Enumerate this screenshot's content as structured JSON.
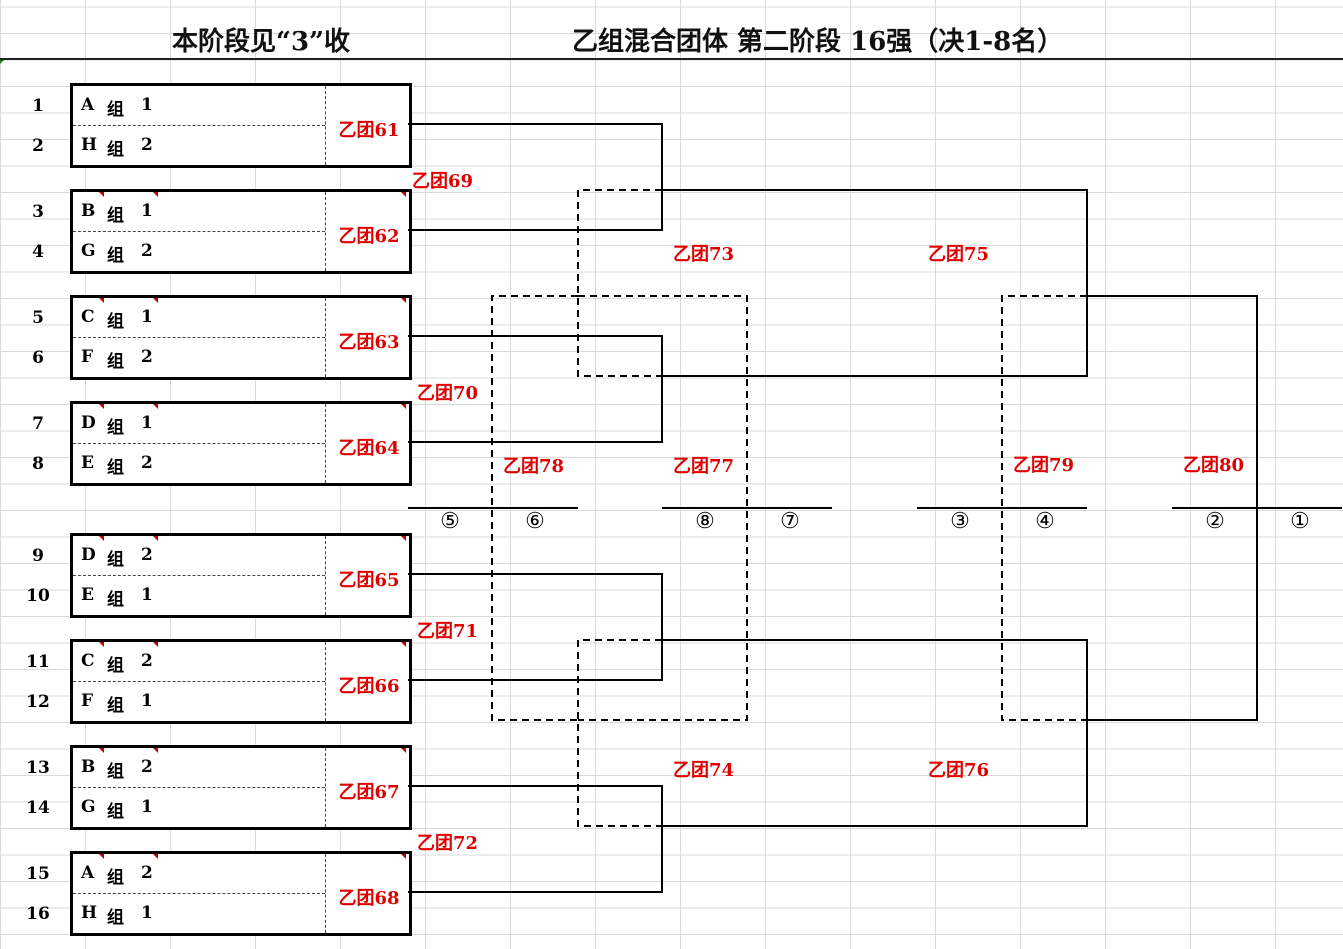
{
  "header": {
    "left_title": "本阶段见“3”收",
    "right_title": "乙组混合团体  第二阶段  16强（决1-8名）"
  },
  "seeds": [
    "1",
    "2",
    "3",
    "4",
    "5",
    "6",
    "7",
    "8",
    "9",
    "10",
    "11",
    "12",
    "13",
    "14",
    "15",
    "16"
  ],
  "boxes": [
    {
      "match": "乙团61",
      "top": {
        "g": "A",
        "z": "组",
        "n": "1"
      },
      "bot": {
        "g": "H",
        "z": "组",
        "n": "2"
      }
    },
    {
      "match": "乙团62",
      "top": {
        "g": "B",
        "z": "组",
        "n": "1"
      },
      "bot": {
        "g": "G",
        "z": "组",
        "n": "2"
      }
    },
    {
      "match": "乙团63",
      "top": {
        "g": "C",
        "z": "组",
        "n": "1"
      },
      "bot": {
        "g": "F",
        "z": "组",
        "n": "2"
      }
    },
    {
      "match": "乙团64",
      "top": {
        "g": "D",
        "z": "组",
        "n": "1"
      },
      "bot": {
        "g": "E",
        "z": "组",
        "n": "2"
      }
    },
    {
      "match": "乙团65",
      "top": {
        "g": "D",
        "z": "组",
        "n": "2"
      },
      "bot": {
        "g": "E",
        "z": "组",
        "n": "1"
      }
    },
    {
      "match": "乙团66",
      "top": {
        "g": "C",
        "z": "组",
        "n": "2"
      },
      "bot": {
        "g": "F",
        "z": "组",
        "n": "1"
      }
    },
    {
      "match": "乙团67",
      "top": {
        "g": "B",
        "z": "组",
        "n": "2"
      },
      "bot": {
        "g": "G",
        "z": "组",
        "n": "1"
      }
    },
    {
      "match": "乙团68",
      "top": {
        "g": "A",
        "z": "组",
        "n": "2"
      },
      "bot": {
        "g": "H",
        "z": "组",
        "n": "1"
      }
    }
  ],
  "matches": {
    "m69": "乙团69",
    "m70": "乙团70",
    "m71": "乙团71",
    "m72": "乙团72",
    "m73": "乙团73",
    "m74": "乙团74",
    "m75": "乙团75",
    "m76": "乙团76",
    "m77": "乙团77",
    "m78": "乙团78",
    "m79": "乙团79",
    "m80": "乙团80"
  },
  "places": {
    "p5": "⑤",
    "p6": "⑥",
    "p8": "⑧",
    "p7": "⑦",
    "p3": "③",
    "p4": "④",
    "p2": "②",
    "p1": "①"
  }
}
